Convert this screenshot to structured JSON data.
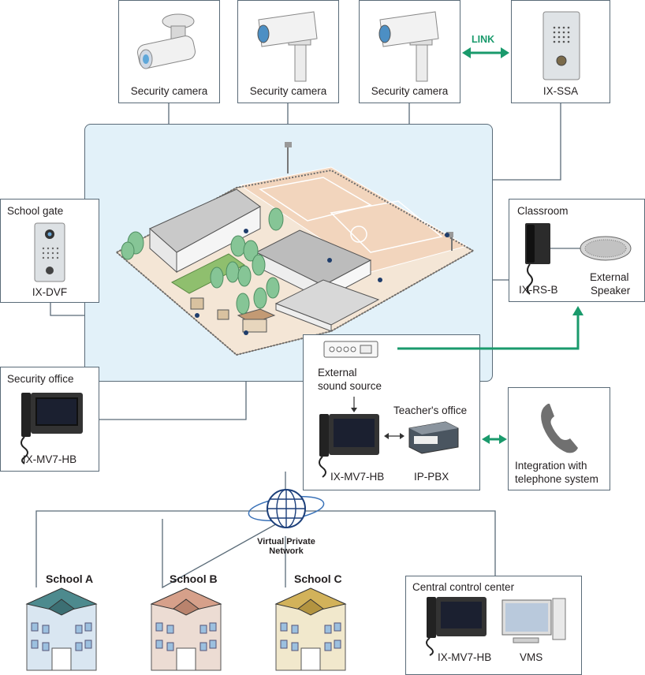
{
  "cameras": [
    {
      "label": "Security camera"
    },
    {
      "label": "Security camera"
    },
    {
      "label": "Security camera"
    }
  ],
  "link_label": "LINK",
  "ix_ssa": {
    "label": "IX-SSA"
  },
  "school_gate": {
    "title": "School gate",
    "device": "IX-DVF"
  },
  "classroom": {
    "title": "Classroom",
    "device": "IX-RS-B",
    "speaker_line1": "External",
    "speaker_line2": "Speaker"
  },
  "security_office": {
    "title": "Security office",
    "device": "IX-MV7-HB"
  },
  "teachers_office": {
    "sound_line1": "External",
    "sound_line2": "sound source",
    "title": "Teacher's office",
    "device": "IX-MV7-HB",
    "pbx": "IP-PBX"
  },
  "telephone": {
    "line1": "Integration with",
    "line2": "telephone system"
  },
  "vpn": {
    "line1": "Virtual Private",
    "line2": "Network"
  },
  "schools": [
    {
      "label": "School A",
      "roof": "#4d8a8e",
      "wall": "#d9e6f1"
    },
    {
      "label": "School B",
      "roof": "#d6a08a",
      "wall": "#ecdcd3"
    },
    {
      "label": "School C",
      "roof": "#d2b25a",
      "wall": "#f1e8cc"
    }
  ],
  "central": {
    "title": "Central control center",
    "device": "IX-MV7-HB",
    "vms": "VMS"
  },
  "colors": {
    "link_green": "#1a9a6c",
    "line": "#5a6b78",
    "campus_bg": "#e2f1f9"
  }
}
